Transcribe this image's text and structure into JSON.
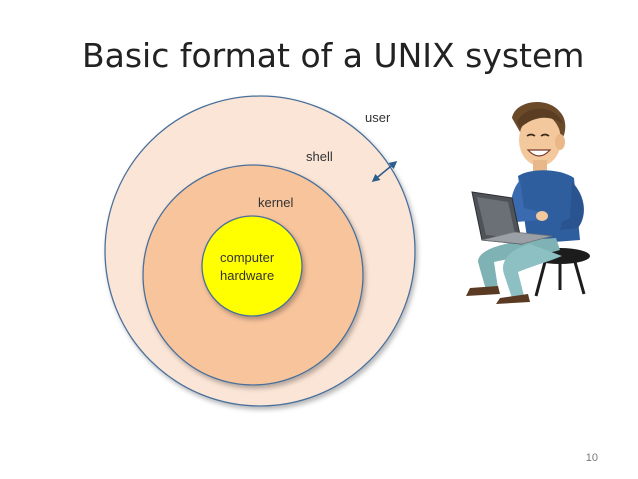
{
  "slide": {
    "title": "Basic format of a UNIX system",
    "page_number": "10"
  },
  "diagram": {
    "layers": [
      {
        "id": "user",
        "label": "user",
        "fill": "#fbe5d6"
      },
      {
        "id": "shell",
        "label": "shell",
        "fill": "#fbe5d6"
      },
      {
        "id": "kernel",
        "label": "kernel",
        "fill": "#f8c49c"
      },
      {
        "id": "hardware",
        "label_lines": [
          "computer",
          "hardware"
        ],
        "fill": "#ffff00"
      }
    ],
    "connector": "double-arrow",
    "figure": "person-with-laptop"
  }
}
